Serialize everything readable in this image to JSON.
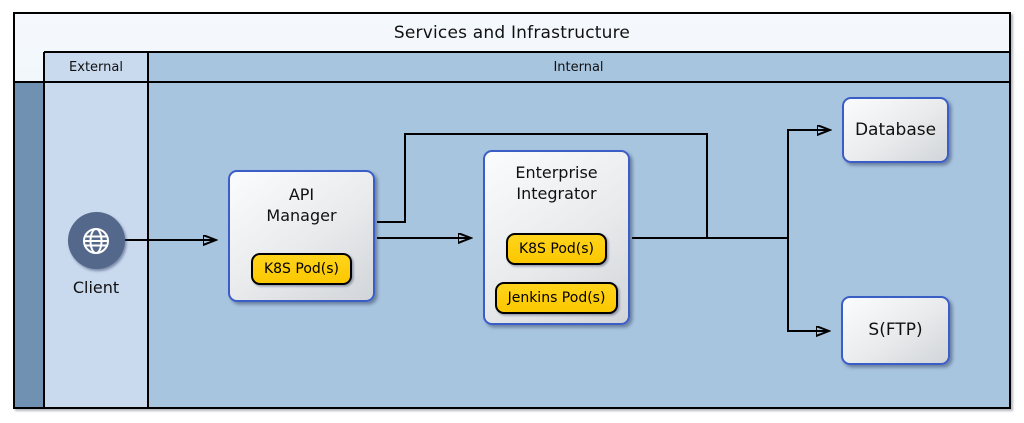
{
  "diagram": {
    "title": "Services and Infrastructure",
    "lanes": {
      "external_label": "External",
      "internal_label": "Internal"
    },
    "nodes": {
      "client": {
        "label": "Client",
        "icon": "globe-icon"
      },
      "api_manager": {
        "line1": "API",
        "line2": "Manager",
        "badges": [
          "K8S Pod(s)"
        ]
      },
      "enterprise_integrator": {
        "line1": "Enterprise",
        "line2": "Integrator",
        "badges": [
          "K8S Pod(s)",
          "Jenkins Pod(s)"
        ]
      },
      "database": {
        "label": "Database"
      },
      "sftp": {
        "label": "S(FTP)"
      }
    },
    "edges": [
      {
        "from": "Client",
        "to": "API Manager",
        "arrow": true
      },
      {
        "from": "API Manager",
        "to": "Enterprise Integrator",
        "arrow": true
      },
      {
        "from": "API Manager",
        "to": "Database / S(FTP) branch junction",
        "arrow": false
      },
      {
        "from": "Enterprise Integrator",
        "to": "Database",
        "arrow": true
      },
      {
        "from": "Enterprise Integrator",
        "to": "S(FTP)",
        "arrow": true
      }
    ],
    "colors": {
      "lane_internal": "#a8c5e0",
      "lane_external": "#c9d9ee",
      "left_bar": "#7191b2",
      "node_border": "#3b5ec6",
      "badge_fill": "#ffcc00",
      "client_circle": "#54688b",
      "line": "#000000"
    }
  }
}
